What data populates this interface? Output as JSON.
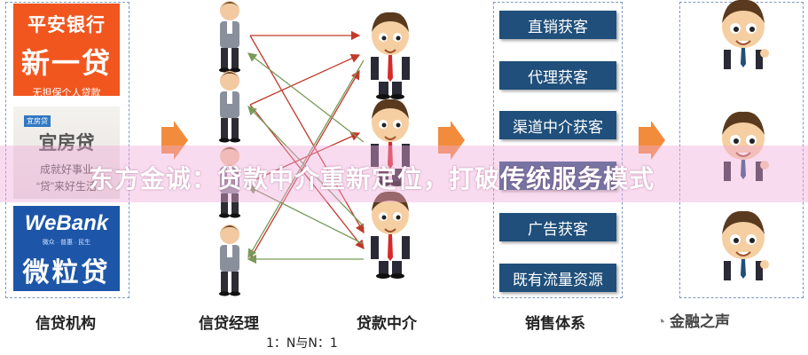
{
  "lenders": {
    "pingan": {
      "line1": "平安银行",
      "line2": "新一贷",
      "line3": "无担保个人贷款"
    },
    "fangdai": {
      "tag": "宜房贷",
      "line1": "宜房贷",
      "line2": "成就好事业",
      "line3": "“贷”来好生活"
    },
    "webank": {
      "line1": "WeBank",
      "line2": "微众 · 普惠 · 民生",
      "line3": "微粒贷"
    }
  },
  "channels": [
    "直销获客",
    "代理获客",
    "渠道中介获客",
    "",
    "广告获客",
    "既有流量资源"
  ],
  "labels": {
    "lenders": "信贷机构",
    "managers": "信贷经理",
    "brokers": "贷款中介",
    "sales": "销售体系"
  },
  "ratio": "1：N与N：1",
  "banner": "东方金诚：贷款中介重新定位，打破传统服务模式",
  "watermark": "金融之声",
  "colors": {
    "arrow_orange": "#f28c3c",
    "channel_box": "#1f4f7a",
    "dashed_border": "#7f98c4",
    "link_red": "#c0392b",
    "link_green": "#7a9a5a"
  }
}
